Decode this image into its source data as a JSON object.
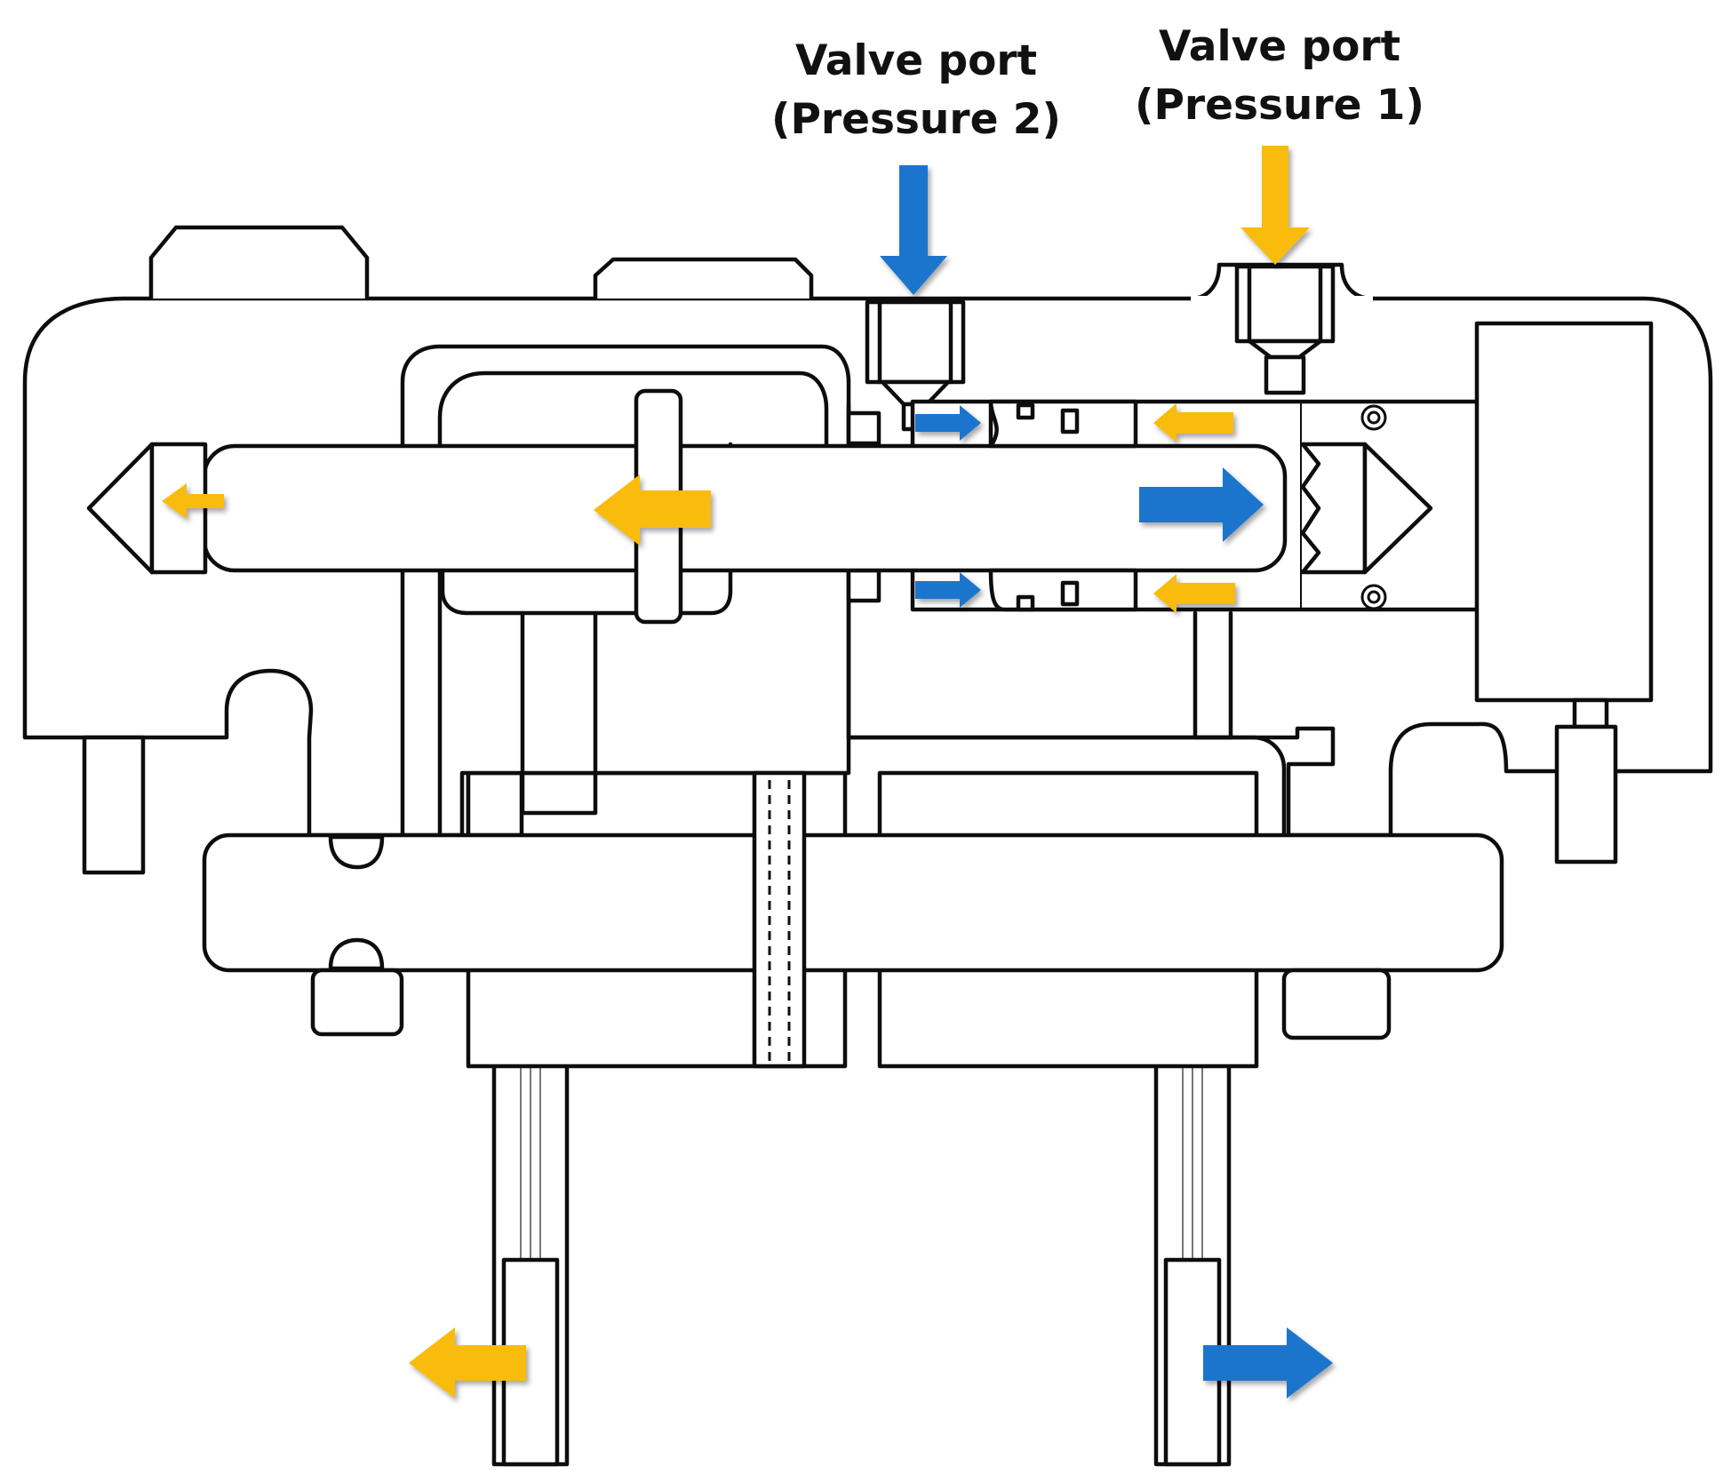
{
  "labels": {
    "port2": {
      "line1": "Valve port",
      "line2": "(Pressure 2)"
    },
    "port1": {
      "line1": "Valve port",
      "line2": "(Pressure 1)"
    }
  },
  "colors": {
    "pressure1": "#F9BC0A",
    "pressure2": "#1E74CD",
    "outline": "#0D0D0D",
    "background": "#FFFFFF"
  },
  "arrows": [
    {
      "name": "inlet-arrow-pressure-2",
      "pressure": "pressure2",
      "direction": "down"
    },
    {
      "name": "inlet-arrow-pressure-1",
      "pressure": "pressure1",
      "direction": "down"
    },
    {
      "name": "flow-arrow-chamber-upper-blue",
      "pressure": "pressure2",
      "direction": "right"
    },
    {
      "name": "flow-arrow-chamber-lower-blue",
      "pressure": "pressure2",
      "direction": "right"
    },
    {
      "name": "flow-arrow-chamber-upper-yellow",
      "pressure": "pressure1",
      "direction": "left"
    },
    {
      "name": "flow-arrow-chamber-lower-yellow",
      "pressure": "pressure1",
      "direction": "left"
    },
    {
      "name": "piston-arrow-right-blue",
      "pressure": "pressure2",
      "direction": "right"
    },
    {
      "name": "piston-arrow-left-yellow",
      "pressure": "pressure1",
      "direction": "left"
    },
    {
      "name": "tip-arrow-left-yellow",
      "pressure": "pressure1",
      "direction": "left"
    },
    {
      "name": "jaw-left-arrow-yellow",
      "pressure": "pressure1",
      "direction": "left"
    },
    {
      "name": "jaw-right-arrow-blue",
      "pressure": "pressure2",
      "direction": "right"
    }
  ]
}
